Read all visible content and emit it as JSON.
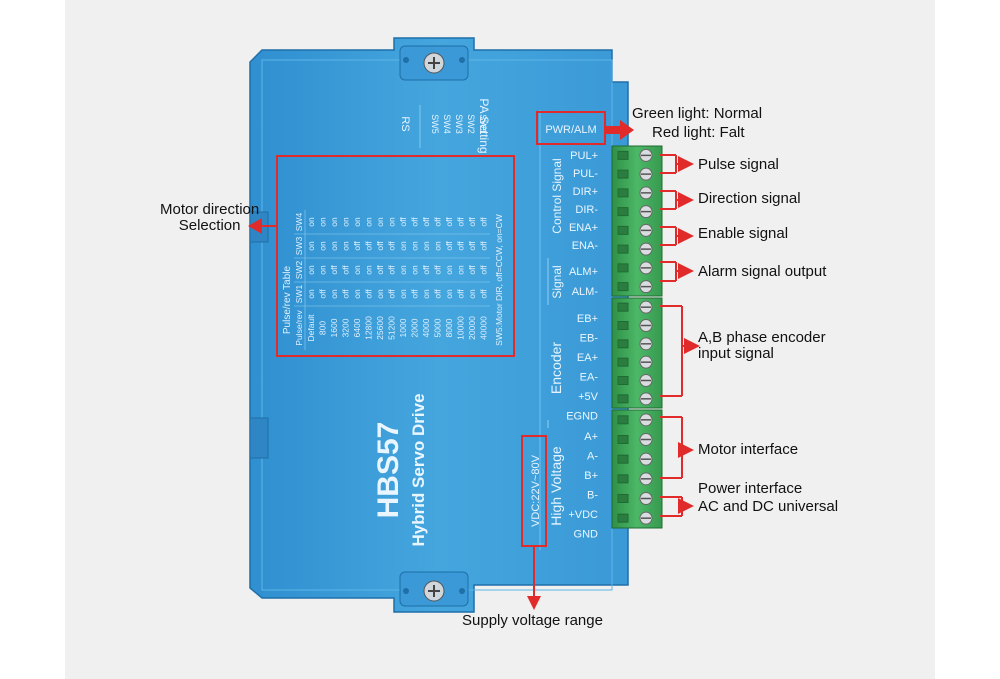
{
  "driver": {
    "model": "HBS57",
    "name": "Hybrid Servo Drive",
    "rs_label": "RS",
    "pa_setting": "PA Setting",
    "pa_switches": [
      "SW5",
      "SW4",
      "SW3",
      "SW2",
      "SW1"
    ],
    "pwr_alm": "PWR/ALM",
    "voltage_range": "VDC:22V~80V",
    "pulse_table": {
      "title": "Pulse/rev Table",
      "headers": [
        "Pulse/rev",
        "SW1",
        "SW2",
        "SW3",
        "SW4"
      ],
      "rows": [
        [
          "Default",
          "on",
          "on",
          "on",
          "on"
        ],
        [
          "800",
          "off",
          "on",
          "on",
          "on"
        ],
        [
          "1600",
          "on",
          "off",
          "on",
          "on"
        ],
        [
          "3200",
          "off",
          "off",
          "on",
          "on"
        ],
        [
          "6400",
          "on",
          "on",
          "off",
          "on"
        ],
        [
          "12800",
          "off",
          "on",
          "off",
          "on"
        ],
        [
          "25600",
          "on",
          "off",
          "off",
          "on"
        ],
        [
          "51200",
          "off",
          "off",
          "off",
          "on"
        ],
        [
          "1000",
          "on",
          "on",
          "on",
          "off"
        ],
        [
          "2000",
          "off",
          "on",
          "on",
          "off"
        ],
        [
          "4000",
          "on",
          "off",
          "on",
          "off"
        ],
        [
          "5000",
          "off",
          "off",
          "on",
          "off"
        ],
        [
          "8000",
          "on",
          "on",
          "off",
          "off"
        ],
        [
          "10000",
          "off",
          "on",
          "off",
          "off"
        ],
        [
          "20000",
          "on",
          "off",
          "off",
          "off"
        ],
        [
          "40000",
          "off",
          "off",
          "off",
          "off"
        ]
      ],
      "note": "SW5:Motor DIR, off=CCW, on=CW"
    },
    "groups": {
      "control": "Control Signal",
      "signal": "Signal",
      "encoder": "Encoder",
      "high_voltage": "High Voltage"
    },
    "pins": {
      "control": [
        "PUL+",
        "PUL-",
        "DIR+",
        "DIR-",
        "ENA+",
        "ENA-"
      ],
      "alarm": [
        "ALM+",
        "ALM-"
      ],
      "encoder": [
        "EB+",
        "EB-",
        "EA+",
        "EA-",
        "+5V",
        "EGND"
      ],
      "high_voltage": [
        "A+",
        "A-",
        "B+",
        "B-",
        "+VDC",
        "GND"
      ]
    }
  },
  "annotations": {
    "green_light": "Green light: Normal",
    "red_light": "Red light: Falt",
    "motor_direction_1": "Motor direction",
    "motor_direction_2": "Selection",
    "pulse": "Pulse signal",
    "direction": "Direction signal",
    "enable": "Enable signal",
    "alarm": "Alarm signal output",
    "encoder_1": "A,B phase encoder",
    "encoder_2": "input signal",
    "motor": "Motor interface",
    "power_1": "Power interface",
    "power_2": "AC and DC universal",
    "supply": "Supply voltage range"
  },
  "colors": {
    "panel_bg": "#f0f0f0",
    "drive_blue": "#3e9fd9",
    "drive_blue_dark": "#2a7fbf",
    "terminal_green": "#3fa55a",
    "annotation_red": "#e12a2a"
  }
}
